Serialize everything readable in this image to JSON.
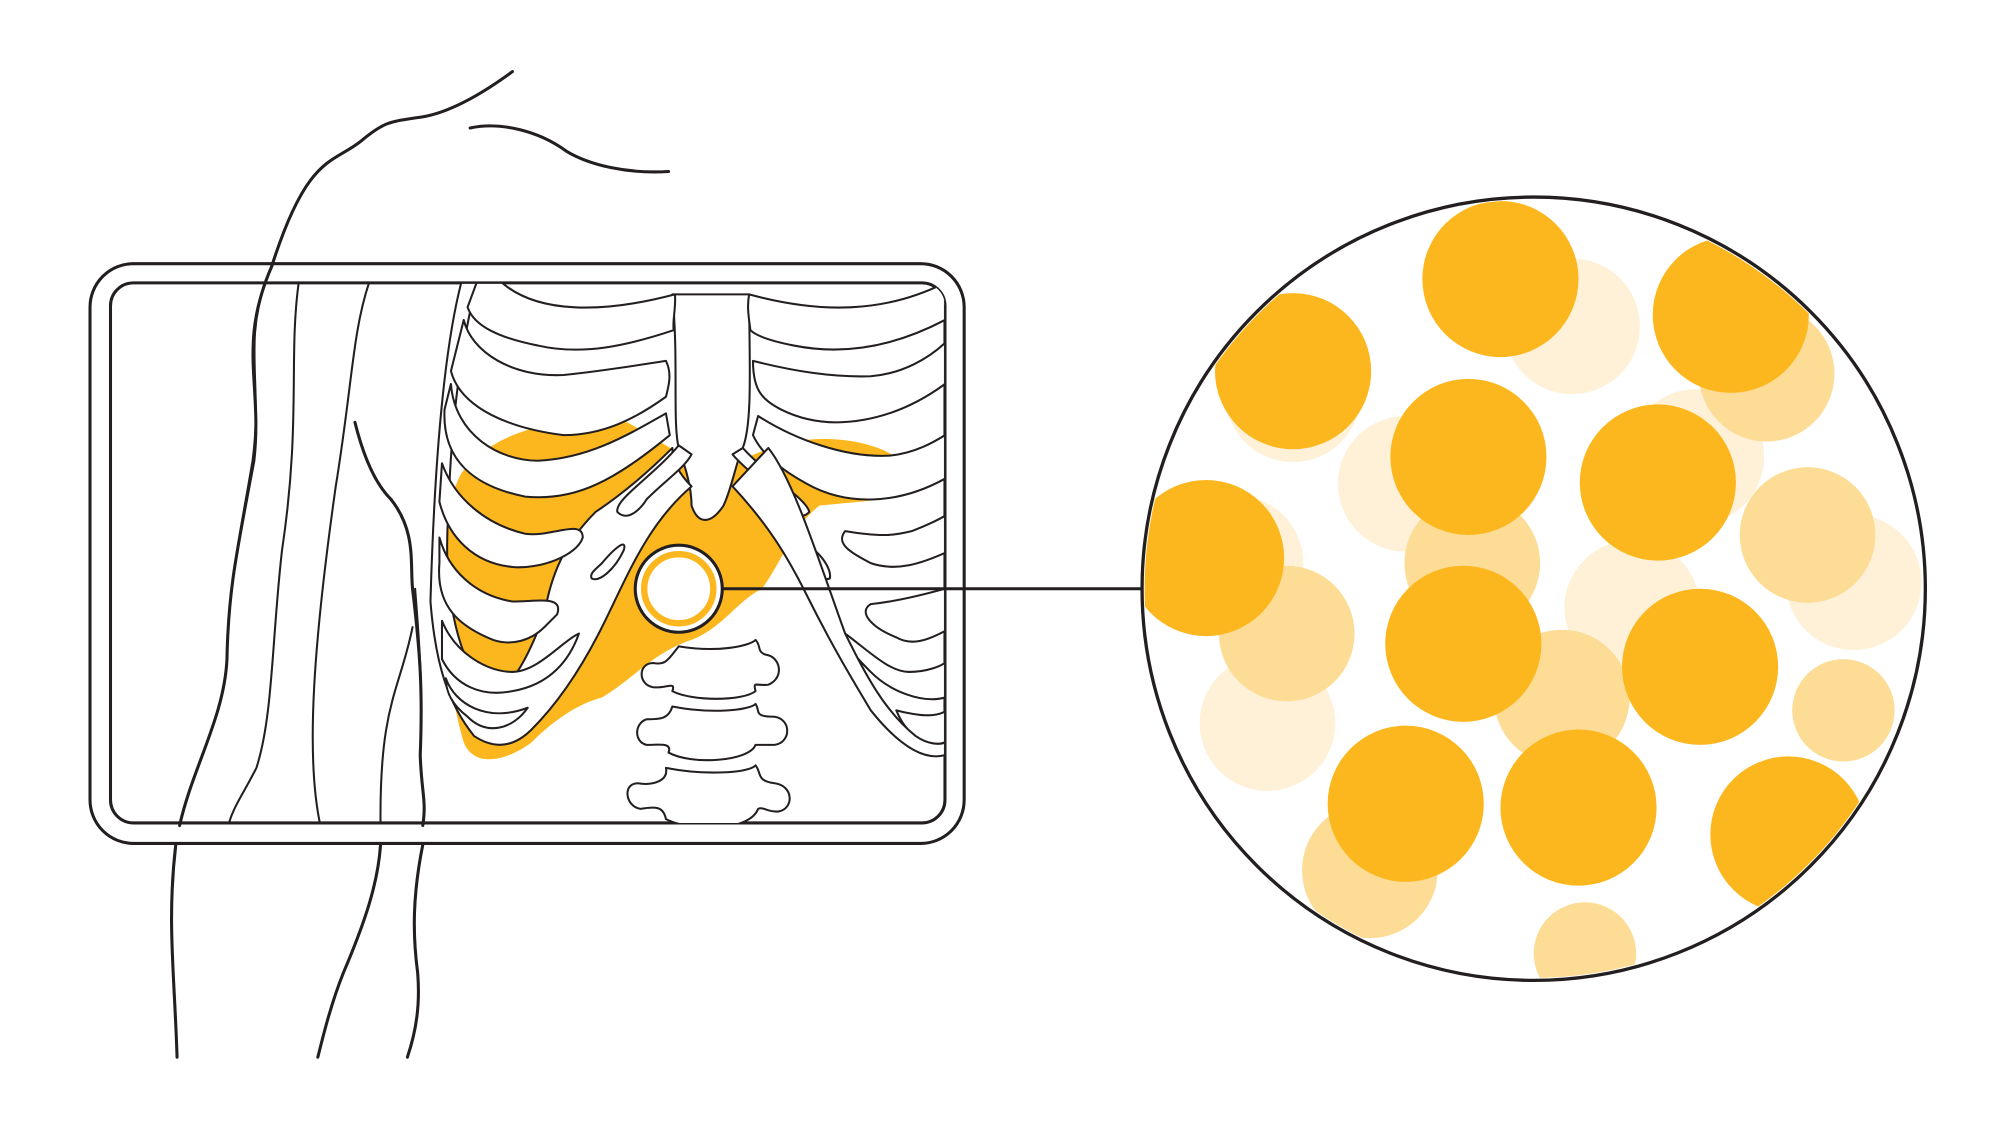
{
  "illustration": {
    "colors": {
      "accent": "#FDB71E",
      "accent_light": "#FDDC95",
      "accent_faint": "#FEF1D8",
      "outline": "#231F20",
      "background": "#FFFFFF"
    },
    "icons": [
      "torso-outline",
      "rib-cage",
      "liver",
      "magnifier-lens",
      "magnified-fat-cells"
    ]
  }
}
